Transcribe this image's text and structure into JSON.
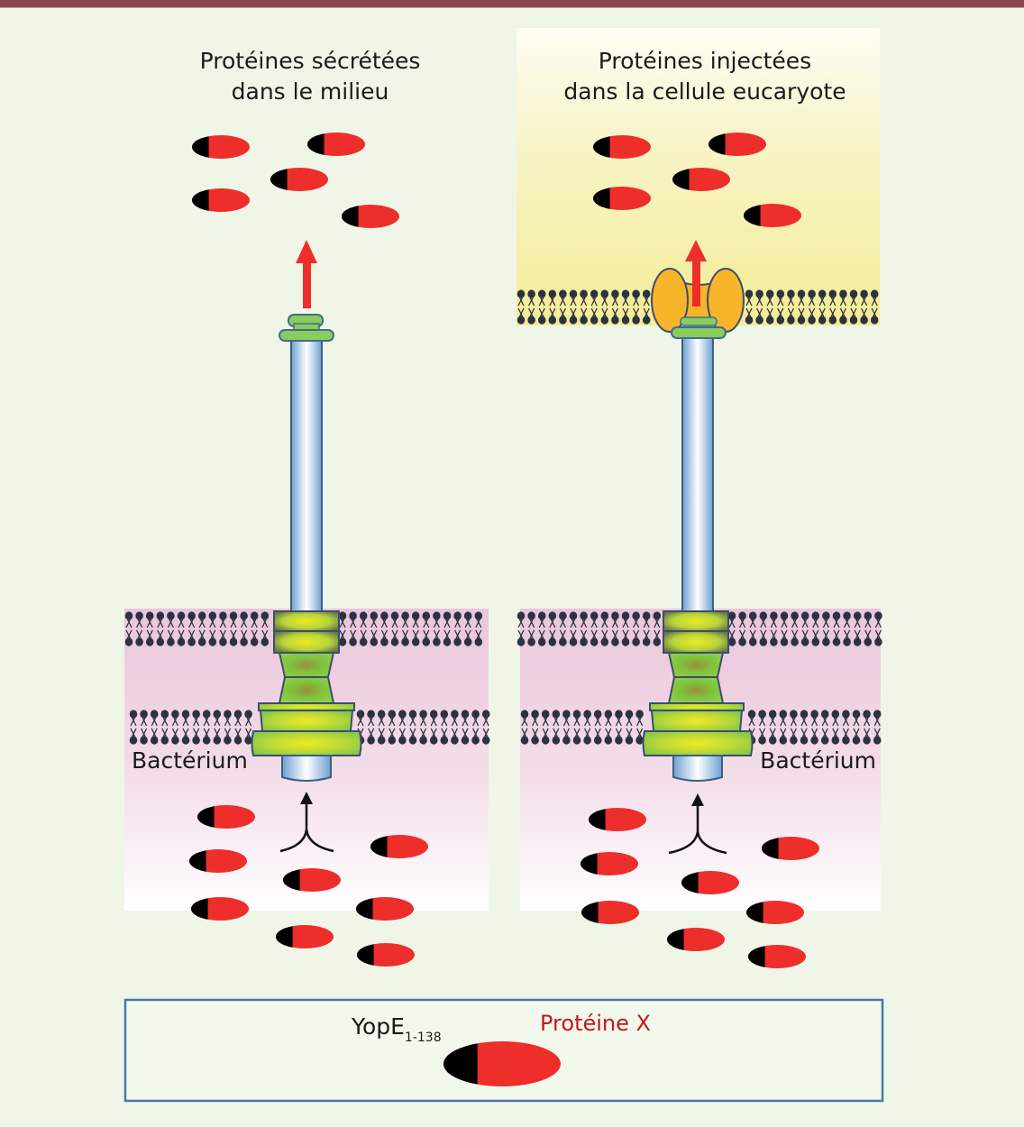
{
  "left_panel": {
    "title_line1": "Protéines sécrétées",
    "title_line2": "dans le milieu",
    "bacterium_label": "Bactérium"
  },
  "right_panel": {
    "title_line1": "Protéines injectées",
    "title_line2": "dans la cellule eucaryote",
    "bacterium_label": "Bactérium"
  },
  "legend": {
    "yope_label": "YopE",
    "yope_subscript": "1-138",
    "protein_x_label": "Protéine X"
  },
  "colors": {
    "background": "#eff6e8",
    "top_bar": "#8a4553",
    "protein_red": "#ee2e2b",
    "protein_black": "#000000",
    "arrow_red": "#ee2e2b",
    "periplasm_pink": "#ecc8dd",
    "eukaryote_yellow": "#f5f0a0",
    "translocon_orange": "#f8b52a",
    "needle_tip_green": "#8ccc5a",
    "legend_border": "#4a78a8",
    "protein_x_text": "#c01a1f"
  }
}
